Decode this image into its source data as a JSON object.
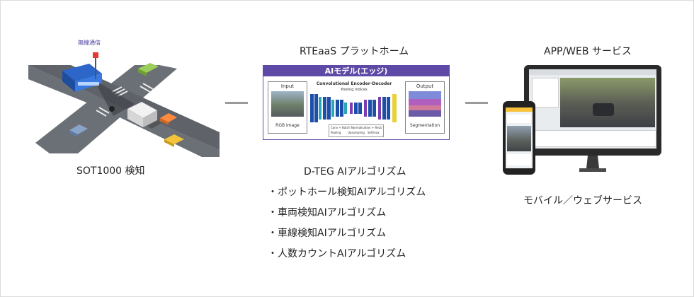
{
  "left": {
    "caption": "SOT1000 検知",
    "wireless_label": "無線通信"
  },
  "middle": {
    "title": "RTEaaS プラットホーム",
    "model_title": "AIモデル(エッジ)",
    "model_header": "Convolutional Encoder-Decoder",
    "input_label": "Input",
    "output_label": "Output",
    "input_caption": "RGB Image",
    "output_caption": "Segmentation",
    "pooling_label": "Pooling Indices",
    "legend_items": [
      "Conv + Batch Normalisation + ReLU",
      "Pooling",
      "Upsampling",
      "Softmax"
    ],
    "algo_title": "D-TEG AIアルゴリズム",
    "algorithms": [
      "・ポットホール検知AIアルゴリズム",
      "・車両検知AIアルゴリズム",
      "・車線検知AIアルゴリズム",
      "・人数カウントAIアルゴリズム"
    ]
  },
  "right": {
    "title": "APP/WEB サービス",
    "caption": "モバイル／ウェブサービス"
  },
  "colors": {
    "purple": "#5e4aa6",
    "road": "#6b6f76",
    "connector": "#9a9a9a",
    "layer_blue": "#1e4fa8",
    "layer_teal": "#2aa6b8",
    "layer_yellow": "#e8d23a"
  }
}
